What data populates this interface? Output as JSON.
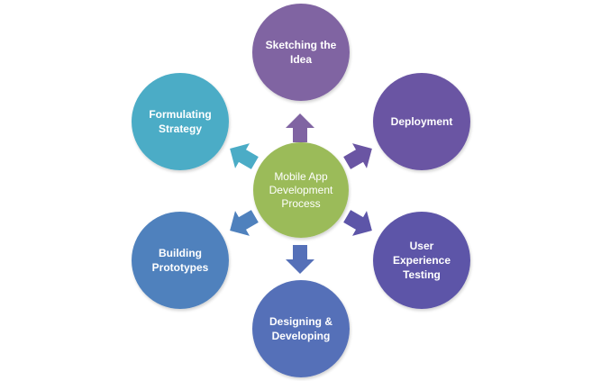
{
  "center": {
    "label": "Mobile App\nDevelopment\nProcess",
    "color": "#9BBB59"
  },
  "nodes": [
    {
      "id": "sketching",
      "label": "Sketching the\nIdea",
      "color": "#8064A2"
    },
    {
      "id": "deployment",
      "label": "Deployment",
      "color": "#6A55A3"
    },
    {
      "id": "ux-testing",
      "label": "User\nExperience\nTesting",
      "color": "#5D55A8"
    },
    {
      "id": "designing",
      "label": "Designing &\nDeveloping",
      "color": "#5570B8"
    },
    {
      "id": "prototypes",
      "label": "Building\nPrototypes",
      "color": "#4F81BD"
    },
    {
      "id": "strategy",
      "label": "Formulating\nStrategy",
      "color": "#4BACC6"
    }
  ]
}
